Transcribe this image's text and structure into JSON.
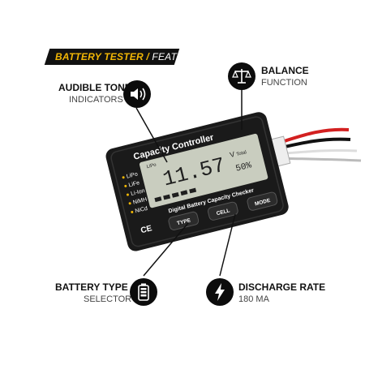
{
  "banner": {
    "accent": "BATTERY TESTER /",
    "rest": " FEATURES"
  },
  "features": {
    "audible": {
      "title": "AUDIBLE TONE",
      "subtitle": "INDICATORS",
      "icon": "speaker-icon"
    },
    "balance": {
      "title": "BALANCE",
      "subtitle": "FUNCTION",
      "icon": "scale-icon"
    },
    "battery_type": {
      "title": "BATTERY TYPE",
      "subtitle": "SELECTOR",
      "icon": "battery-icon"
    },
    "discharge": {
      "title": "DISCHARGE RATE",
      "subtitle": "180 MA",
      "icon": "lightning-icon"
    }
  },
  "device": {
    "header": "Capacity Controller",
    "subheader": "Digital Battery Capacity Checker",
    "lcd_value": "11.57",
    "lcd_unit": "V",
    "lcd_label": "Total",
    "lcd_percent": "50%",
    "lcd_chem": "LiPo",
    "chemistries": [
      "LiPo",
      "LiFe",
      "Li-Ion",
      "NiMH",
      "NiCd"
    ],
    "buttons": {
      "type": "TYPE",
      "cell": "CELL",
      "mode": "MODE"
    },
    "ce_mark": "CE"
  },
  "colors": {
    "accent": "#f2b705",
    "dark": "#111111",
    "device": "#1a1a1a",
    "lcd": "#c9cdbf"
  }
}
